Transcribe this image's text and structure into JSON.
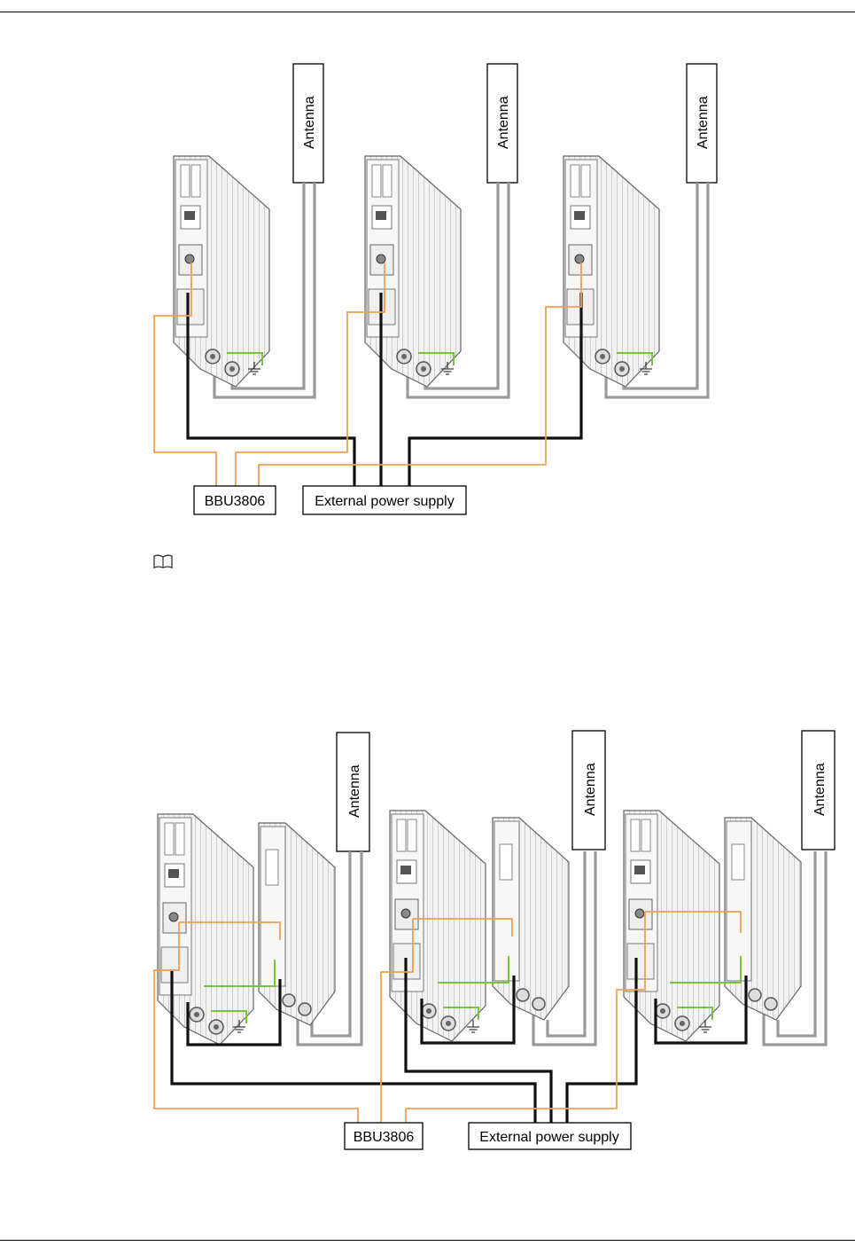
{
  "figure1": {
    "antenna_labels": [
      "Antenna",
      "Antenna",
      "Antenna"
    ],
    "bbu_label": "BBU3806",
    "power_label": "External power supply"
  },
  "figure2": {
    "antenna_labels": [
      "Antenna",
      "Antenna",
      "Antenna"
    ],
    "bbu_label": "BBU3806",
    "power_label": "External power supply"
  },
  "icons": {
    "note": "book-note-icon"
  },
  "colors": {
    "cpri_cable": "#f0a050",
    "power_cable": "#111111",
    "feeder_cable": "#9a9a9a",
    "ground_cable": "#7cc242"
  }
}
